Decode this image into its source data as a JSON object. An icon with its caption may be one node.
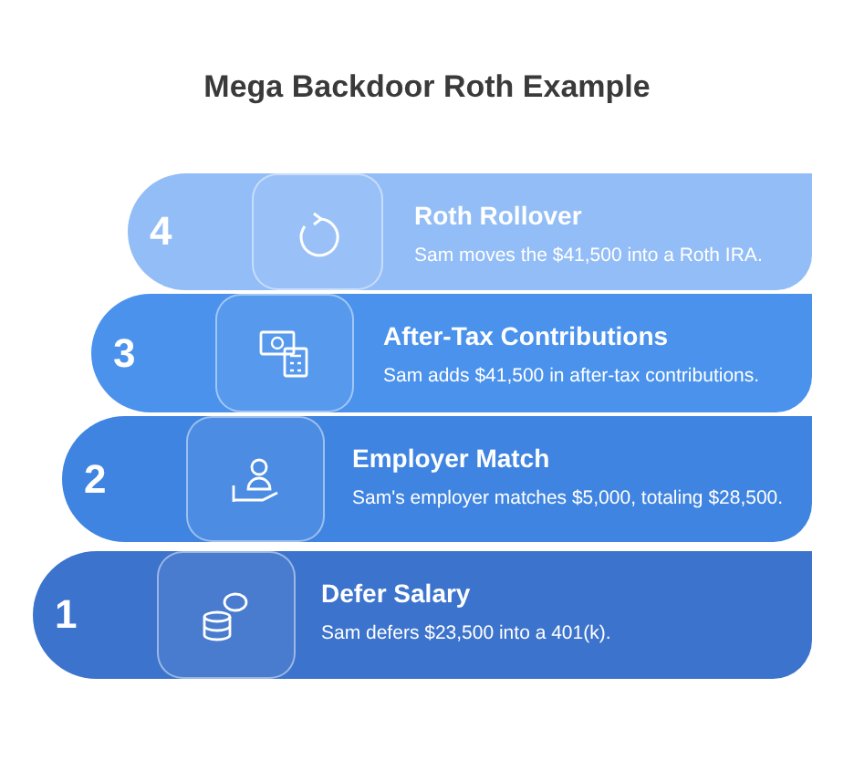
{
  "diagram": {
    "title": "Mega Backdoor Roth Example",
    "nodes": [
      {
        "text": [
          "4",
          "Roth Rollover",
          "Sam moves the $41,500 into a Roth IRA."
        ]
      },
      {
        "text": [
          "3",
          "After-Tax Contributions",
          "Sam adds $41,500 in after-tax contributions."
        ]
      },
      {
        "text": [
          "2",
          "Employer Match",
          "Sam's employer matches $5,000, totaling $28,500."
        ]
      },
      {
        "text": [
          "1",
          "Defer Salary",
          "Sam defers $23,500 into a 401(k)."
        ]
      }
    ]
  }
}
